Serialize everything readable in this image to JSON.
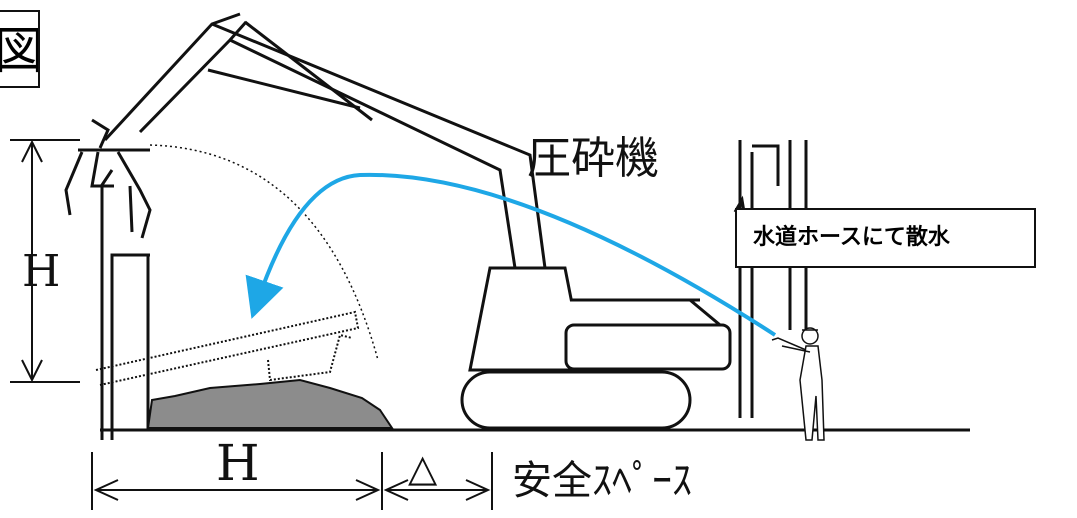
{
  "figure_label": "図",
  "labels": {
    "crusher": "圧砕機",
    "callout": "水道ホースにて散水",
    "height_vertical": "H",
    "height_horizontal": "H",
    "delta": "△",
    "safety_space": "安全ｽﾍﾟｰｽ"
  },
  "colors": {
    "water_stream": "#1EA7E6",
    "debris_fill": "#8C8C8C",
    "line": "#111111"
  }
}
